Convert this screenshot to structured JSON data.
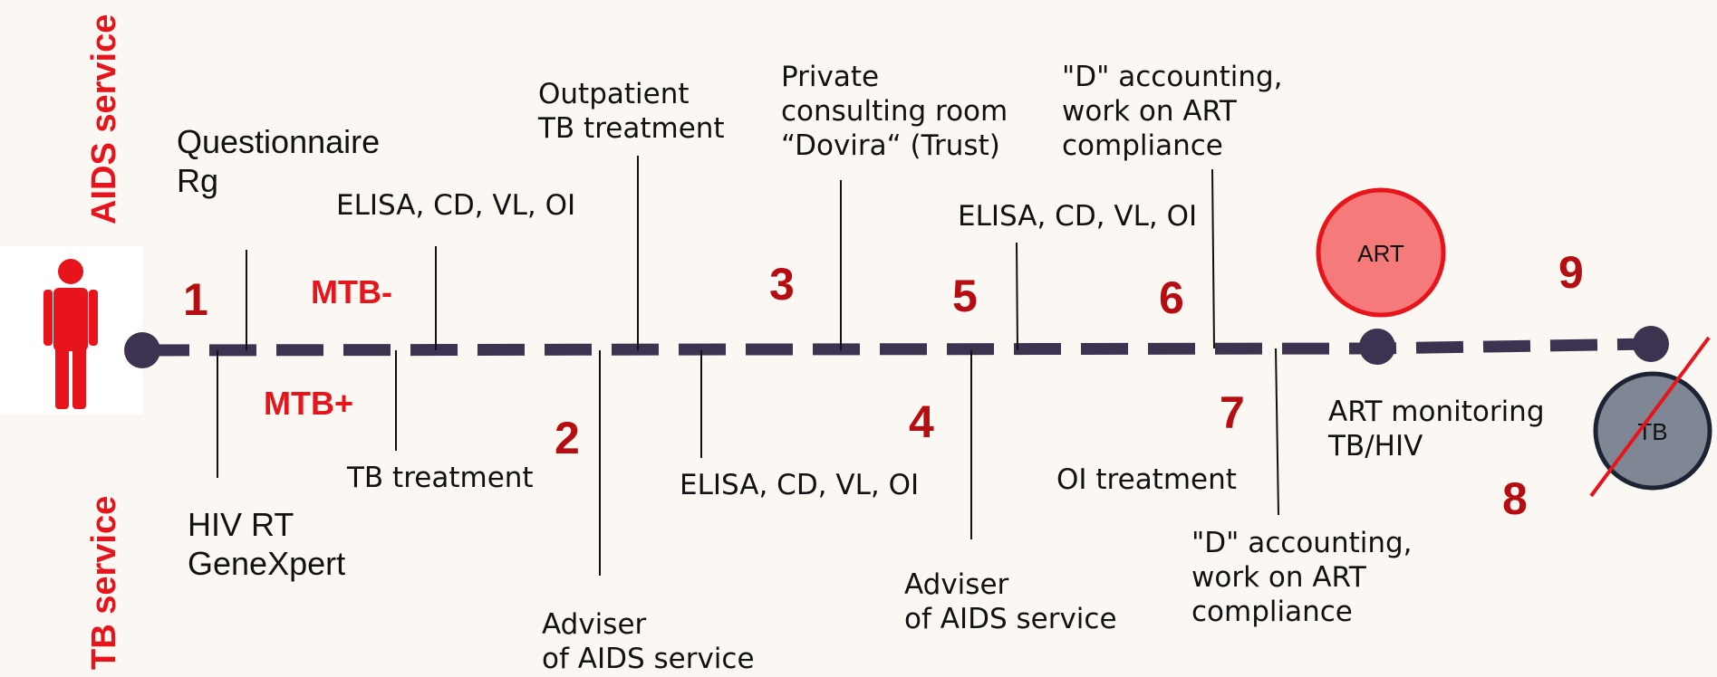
{
  "side_labels": {
    "top": "AIDS service",
    "bottom": "TB service"
  },
  "top_labels": [
    {
      "id": "questionnaire",
      "text": "Questionnaire\nRg"
    },
    {
      "id": "elisa1",
      "text": "ELISA, CD, VL, OI"
    },
    {
      "id": "outpatient",
      "text": "Outpatient\nTB treatment"
    },
    {
      "id": "private",
      "text": "Private\nconsulting room\n“Dovira“ (Trust)"
    },
    {
      "id": "elisa2",
      "text": "ELISA, CD, VL, OI"
    },
    {
      "id": "d-accounting-top",
      "text": "\"D\" accounting,\nwork on ART\ncompliance"
    }
  ],
  "bottom_labels": [
    {
      "id": "hiv-rt",
      "text": "HIV RT\nGeneXpert"
    },
    {
      "id": "tb-treatment",
      "text": "TB treatment"
    },
    {
      "id": "adviser1",
      "text": "Adviser\nof AIDS service"
    },
    {
      "id": "elisa3",
      "text": "ELISA, CD, VL, OI"
    },
    {
      "id": "adviser2",
      "text": "Adviser\nof AIDS service"
    },
    {
      "id": "oi-treatment",
      "text": "OI treatment"
    },
    {
      "id": "d-accounting-bottom",
      "text": "\"D\" accounting,\nwork on ART\ncompliance"
    },
    {
      "id": "art-monitoring",
      "text": "ART monitoring\nTB/HIV"
    }
  ],
  "mtb": {
    "negative": "MTB-",
    "positive": "MTB+"
  },
  "steps": [
    "1",
    "2",
    "3",
    "4",
    "5",
    "6",
    "7",
    "8",
    "9"
  ],
  "circles": {
    "art": "ART",
    "tb": "TB"
  },
  "colors": {
    "accent_red": "#e8141c",
    "number_red": "#b50d12",
    "timeline": "#3d3350",
    "art_fill": "#f57a7a",
    "tb_fill": "#7f8794"
  },
  "icons": [
    "person-icon"
  ]
}
